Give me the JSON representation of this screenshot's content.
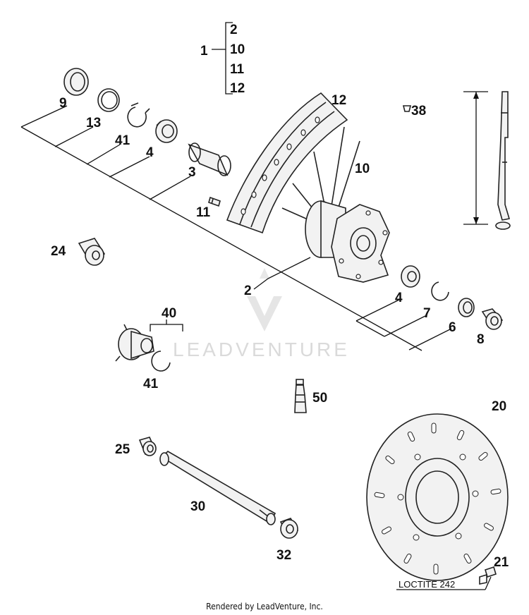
{
  "callouts": {
    "c1": "1",
    "c1_sub": [
      "2",
      "10",
      "11",
      "12"
    ],
    "c9": "9",
    "c13": "13",
    "c41a": "41",
    "c4a": "4",
    "c3": "3",
    "c11": "11",
    "c12": "12",
    "c10": "10",
    "c38": "38",
    "c24": "24",
    "c2": "2",
    "c4b": "4",
    "c7": "7",
    "c6": "6",
    "c8": "8",
    "c40": "40",
    "c41b": "41",
    "c50": "50",
    "c20": "20",
    "c25": "25",
    "c30": "30",
    "c32": "32",
    "c21": "21"
  },
  "note_loctite": "LOCTITE 242",
  "watermark": "LEADVENTURE",
  "footer": "Rendered by LeadVenture, Inc."
}
